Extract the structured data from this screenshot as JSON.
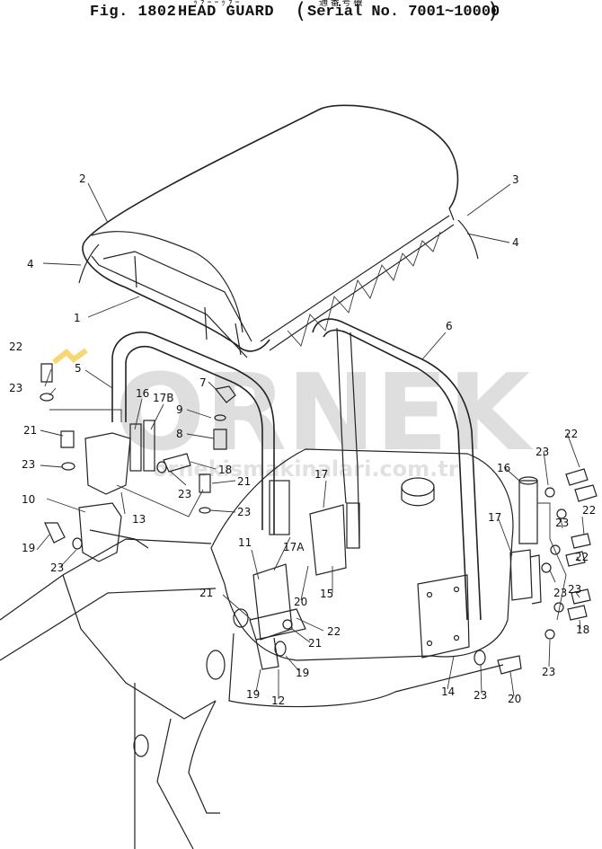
{
  "header": {
    "fig_label": "Fig. 1802",
    "title": "HEAD GUARD",
    "serial": "Serial No. 7001~10000"
  },
  "watermark": {
    "brand": "ORNEK",
    "site": "ornekismakinalari.com.tr",
    "accent_color": "#f2b800",
    "brand_color": "#bdbdbd"
  },
  "callouts": [
    "1",
    "2",
    "3",
    "4",
    "4",
    "5",
    "6",
    "7",
    "8",
    "9",
    "10",
    "11",
    "12",
    "13",
    "14",
    "15",
    "16",
    "16",
    "17",
    "17",
    "17A",
    "17B",
    "18",
    "18",
    "19",
    "19",
    "19",
    "20",
    "20",
    "21",
    "21",
    "21",
    "21",
    "22",
    "22",
    "22",
    "22",
    "22",
    "23",
    "23",
    "23",
    "23",
    "23",
    "23",
    "23",
    "23",
    "23",
    "23",
    "23"
  ]
}
